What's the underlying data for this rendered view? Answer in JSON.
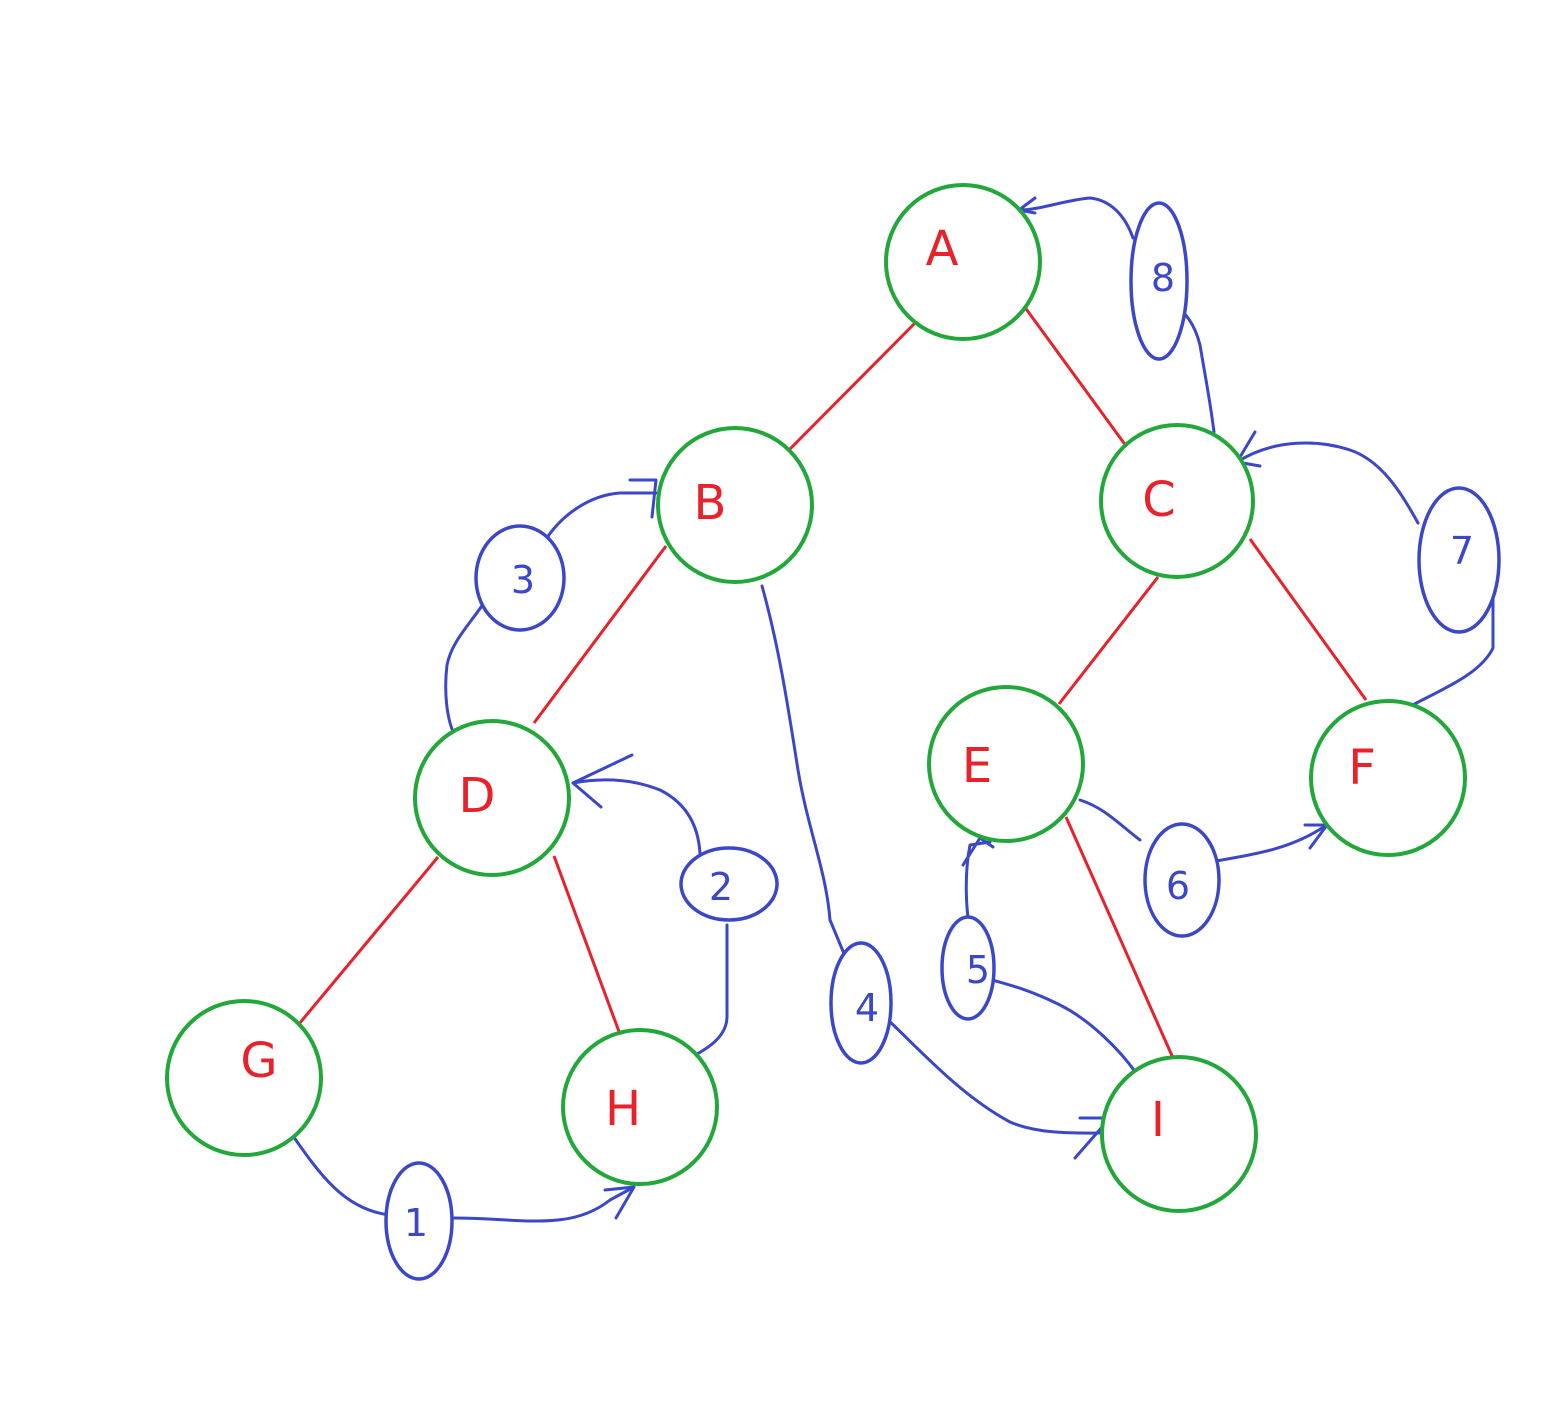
{
  "tree": {
    "nodes": [
      {
        "id": "A",
        "label": "A"
      },
      {
        "id": "B",
        "label": "B"
      },
      {
        "id": "C",
        "label": "C"
      },
      {
        "id": "D",
        "label": "D"
      },
      {
        "id": "E",
        "label": "E"
      },
      {
        "id": "F",
        "label": "F"
      },
      {
        "id": "G",
        "label": "G"
      },
      {
        "id": "H",
        "label": "H"
      },
      {
        "id": "I",
        "label": "I"
      }
    ],
    "edges": [
      {
        "from": "A",
        "to": "B"
      },
      {
        "from": "A",
        "to": "C"
      },
      {
        "from": "B",
        "to": "D"
      },
      {
        "from": "C",
        "to": "E"
      },
      {
        "from": "C",
        "to": "F"
      },
      {
        "from": "D",
        "to": "G"
      },
      {
        "from": "D",
        "to": "H"
      },
      {
        "from": "E",
        "to": "I"
      }
    ]
  },
  "traversal_steps": [
    {
      "label": "1",
      "from": "G",
      "to": "H"
    },
    {
      "label": "2",
      "from": "H",
      "to": "D"
    },
    {
      "label": "3",
      "from": "D",
      "to": "B"
    },
    {
      "label": "4",
      "from": "B",
      "to": "I"
    },
    {
      "label": "5",
      "from": "I",
      "to": "E"
    },
    {
      "label": "6",
      "from": "E",
      "to": "F"
    },
    {
      "label": "7",
      "from": "F",
      "to": "C"
    },
    {
      "label": "8",
      "from": "C",
      "to": "A"
    }
  ],
  "colors": {
    "node_border": "#22a83a",
    "node_label": "#e8212a",
    "tree_edge": "#e8212a",
    "traversal": "#3b47c9",
    "background": "#ffffff"
  }
}
